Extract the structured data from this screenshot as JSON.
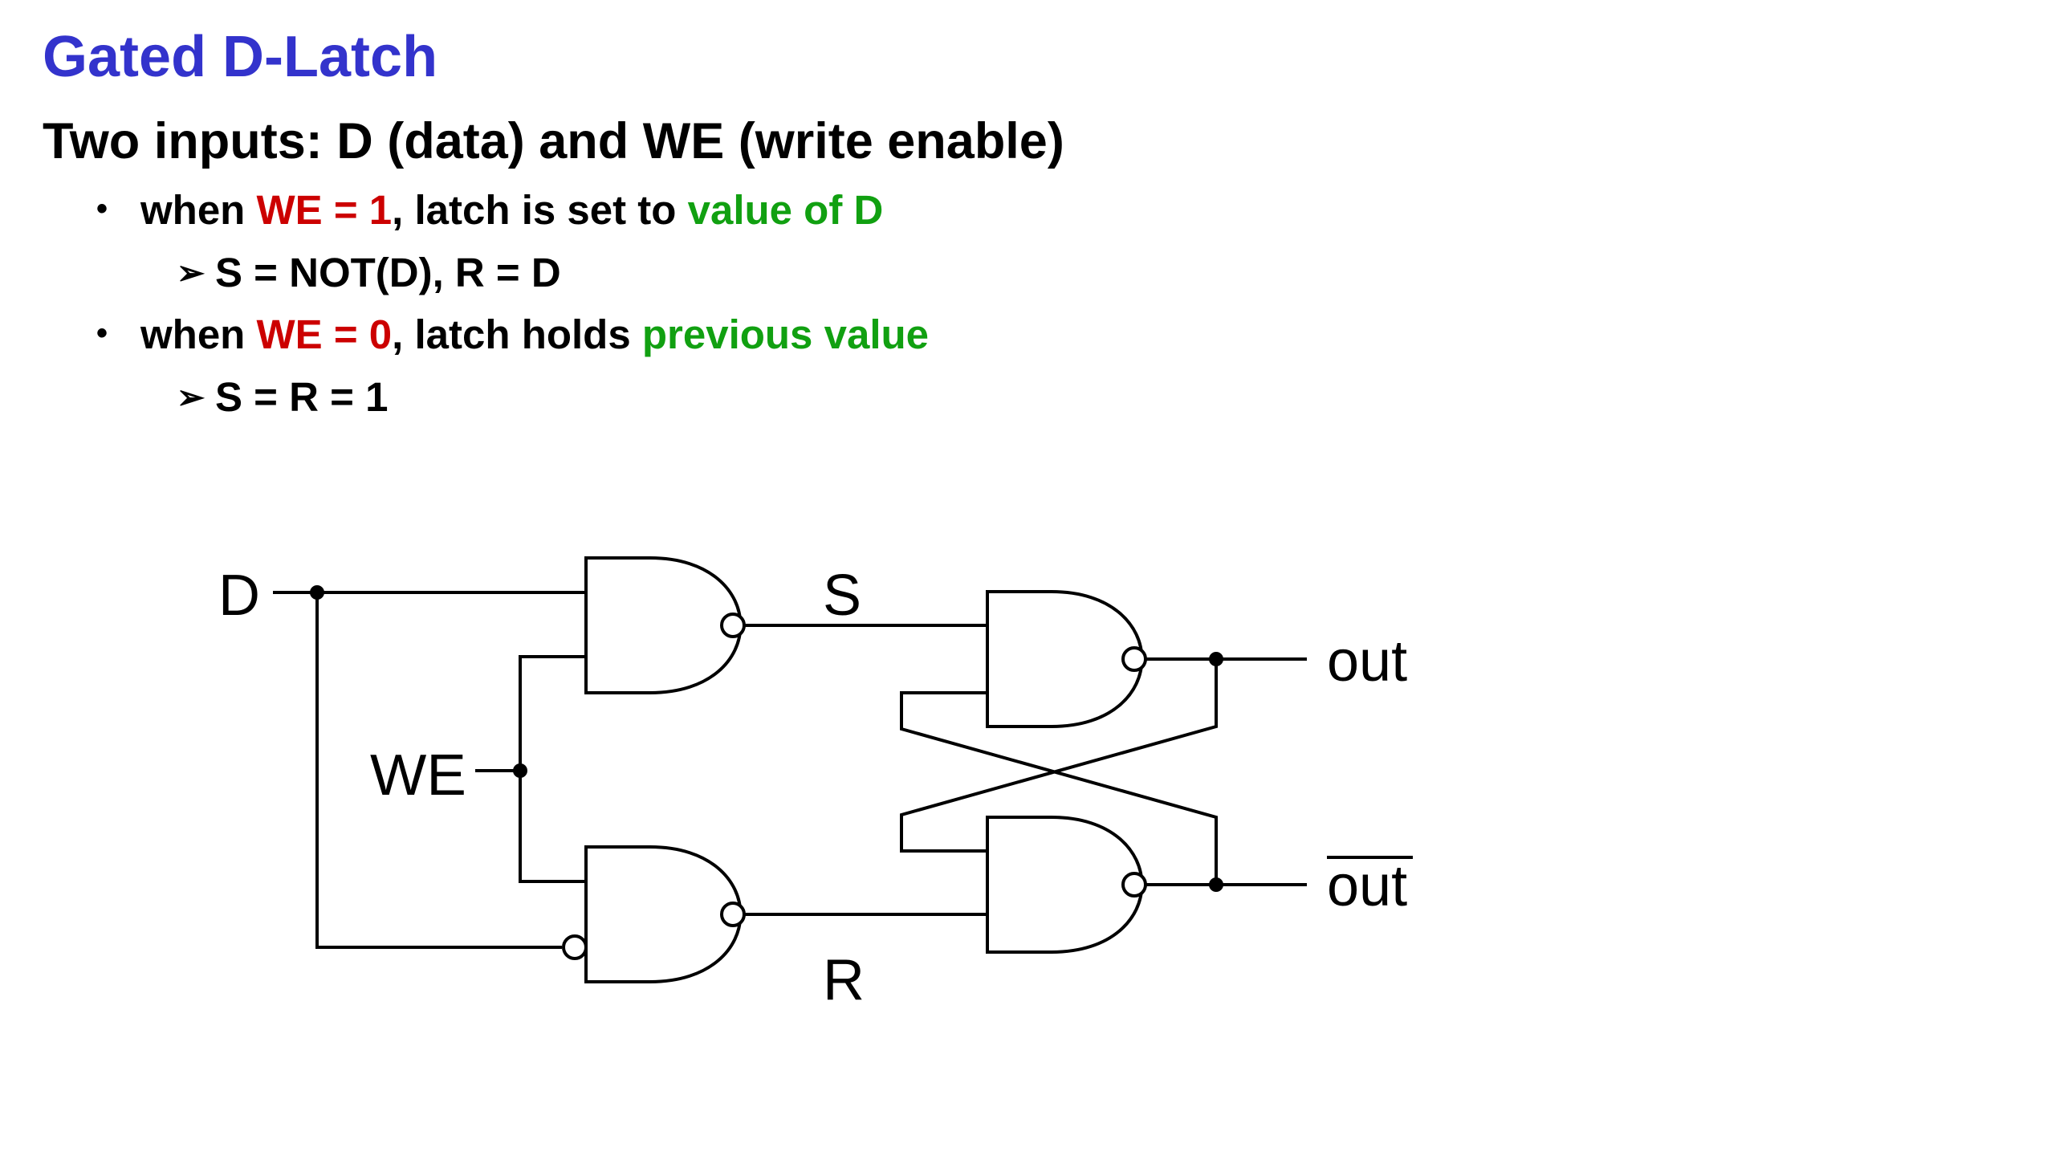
{
  "slide": {
    "title": "Gated D-Latch",
    "subtitle": "Two inputs: D (data) and WE (write enable)",
    "bullets": [
      {
        "prefix": "when ",
        "highlight": "WE = 1",
        "middle": ", latch is set to ",
        "emphasis": "value of D",
        "subpoint": "S = NOT(D), R = D"
      },
      {
        "prefix": "when ",
        "highlight": "WE = 0",
        "middle": ", latch holds ",
        "emphasis": "previous value",
        "subpoint": "S = R = 1"
      }
    ]
  },
  "circuit": {
    "labels": {
      "d": "D",
      "we": "WE",
      "s": "S",
      "r": "R",
      "out": "out",
      "out_bar": "out"
    },
    "gates": [
      "nand-s",
      "nand-r",
      "nand-out",
      "nand-out-bar"
    ]
  },
  "colors": {
    "title": "#3333cc",
    "highlight": "#cc0000",
    "emphasis": "#11a011"
  }
}
